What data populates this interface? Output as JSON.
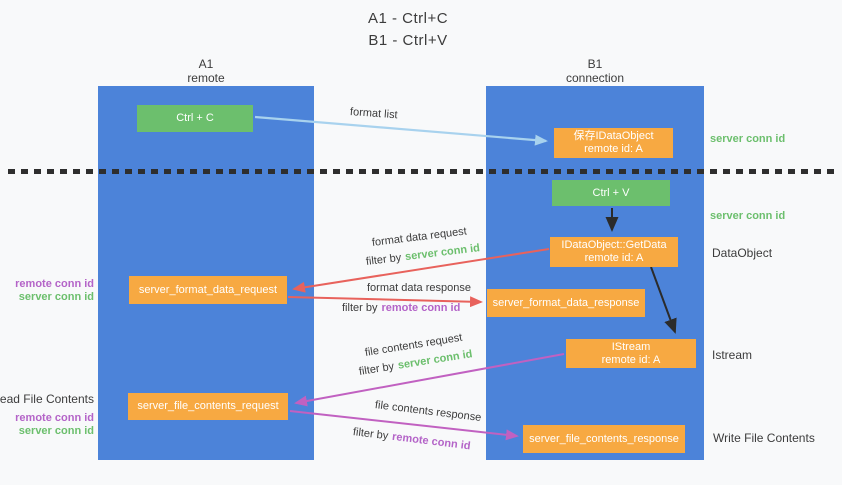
{
  "title": {
    "line1": "A1 - Ctrl+C",
    "line2": "B1 - Ctrl+V"
  },
  "lanes": {
    "left": {
      "id": "A1",
      "role": "remote"
    },
    "right": {
      "id": "B1",
      "role": "connection"
    }
  },
  "boxes": {
    "ctrl_c": "Ctrl + C",
    "ctrl_v": "Ctrl + V",
    "save_dataobject": {
      "line1": "保存IDataObject",
      "line2": "remote id: A"
    },
    "getdata": {
      "line1": "IDataObject::GetData",
      "line2": "remote id: A"
    },
    "istream": {
      "line1": "IStream",
      "line2": "remote id: A"
    },
    "format_request": "server_format_data_request",
    "format_response": "server_format_data_response",
    "file_request": "server_file_contents_request",
    "file_response": "server_file_contents_response"
  },
  "labels": {
    "format_list": "format list",
    "format_data_request": "format data request",
    "format_data_response": "format data response",
    "file_contents_request": "file contents request",
    "file_contents_response": "file contents response",
    "filter_by": "filter by",
    "server_conn_id": "server conn id",
    "remote_conn_id": "remote conn id",
    "dataobject": "DataObject",
    "istream": "Istream",
    "read_file_contents": "Read File Contents",
    "write_file_contents": "Write File Contents"
  },
  "colors": {
    "lane_blue": "#4c83d9",
    "box_green": "#6cbf6d",
    "box_orange": "#f7a942",
    "arrow_lightblue": "#a8d2ee",
    "arrow_red": "#e8625c",
    "arrow_purple": "#c161c1",
    "arrow_black": "#2b2b2b",
    "label_green": "#6cbf6d",
    "label_purple": "#b464c8",
    "text_dark": "#3c3c3c",
    "background": "#f8f9fa"
  }
}
